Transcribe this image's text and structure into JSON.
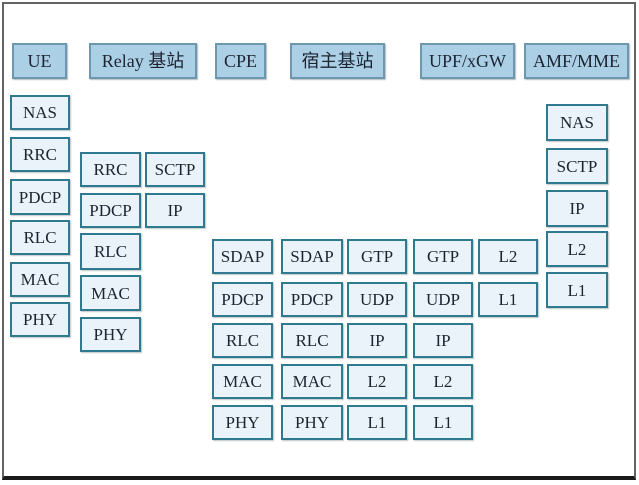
{
  "figure_type": "protocol-stack-diagram",
  "headers": {
    "ue": "UE",
    "relay": "Relay 基站",
    "cpe": "CPE",
    "donor": "宿主基站",
    "upf": "UPF/xGW",
    "amf": "AMF/MME"
  },
  "stacks": {
    "ue": [
      "NAS",
      "RRC",
      "PDCP",
      "RLC",
      "MAC",
      "PHY"
    ],
    "relay_ctrl": [
      "RRC",
      "PDCP",
      "RLC",
      "MAC",
      "PHY"
    ],
    "relay_transport": [
      "SCTP",
      "IP"
    ],
    "cpe": [
      "SDAP",
      "PDCP",
      "RLC",
      "MAC",
      "PHY"
    ],
    "donor_air": [
      "SDAP",
      "PDCP",
      "RLC",
      "MAC",
      "PHY"
    ],
    "donor_core": [
      "GTP",
      "UDP",
      "IP",
      "L2",
      "L1"
    ],
    "upf_core": [
      "GTP",
      "UDP",
      "IP",
      "L2",
      "L1"
    ],
    "upf_link": [
      "L2",
      "L1"
    ],
    "amf": [
      "NAS",
      "SCTP",
      "IP",
      "L2",
      "L1"
    ]
  },
  "colors": {
    "header_fill": "#abd0e6",
    "header_border": "#6d97ae",
    "box_fill": "#eaf3f9",
    "box_border": "#2f7a8e",
    "text": "#1d2331",
    "frame_border": "#636363",
    "frame_bottom": "#1a1a1a",
    "background": "#ffffff"
  }
}
